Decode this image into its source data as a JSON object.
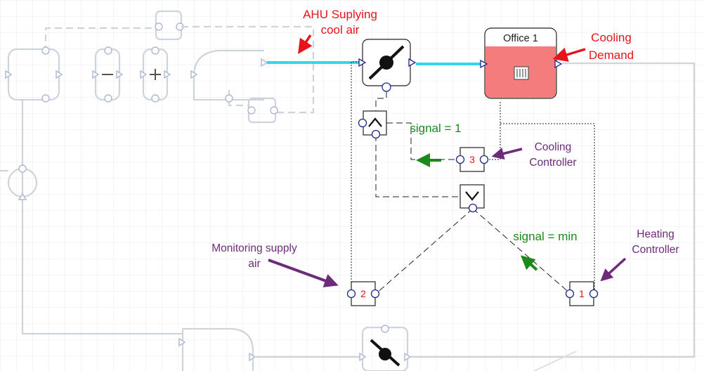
{
  "annotations": {
    "ahu_line1": "AHU Suplying",
    "ahu_line2": "cool air",
    "cooling_demand_line1": "Cooling",
    "cooling_demand_line2": "Demand",
    "signal_one": "signal = 1",
    "signal_min": "signal = min",
    "cooling_controller_line1": "Cooling",
    "cooling_controller_line2": "Controller",
    "heating_controller_line1": "Heating",
    "heating_controller_line2": "Controller",
    "monitoring_line1": "Monitoring supply",
    "monitoring_line2": "air"
  },
  "office": {
    "title": "Office 1",
    "fill_color": "#f47c7c"
  },
  "controllers": {
    "cooling_number": "3",
    "monitoring_number": "2",
    "heating_number": "1"
  },
  "colors": {
    "annotation_red": "#e8141c",
    "annotation_green": "#1b8a1b",
    "annotation_purple": "#6d2b7a",
    "supply_air": "#34d6ee",
    "port_outline": "#1f2a8a",
    "faded_component": "#cfd3da"
  },
  "icons": {
    "damper": "damper-icon",
    "radiator": "radiator-icon",
    "max_selector": "max-selector-icon",
    "min_selector": "min-selector-icon"
  }
}
